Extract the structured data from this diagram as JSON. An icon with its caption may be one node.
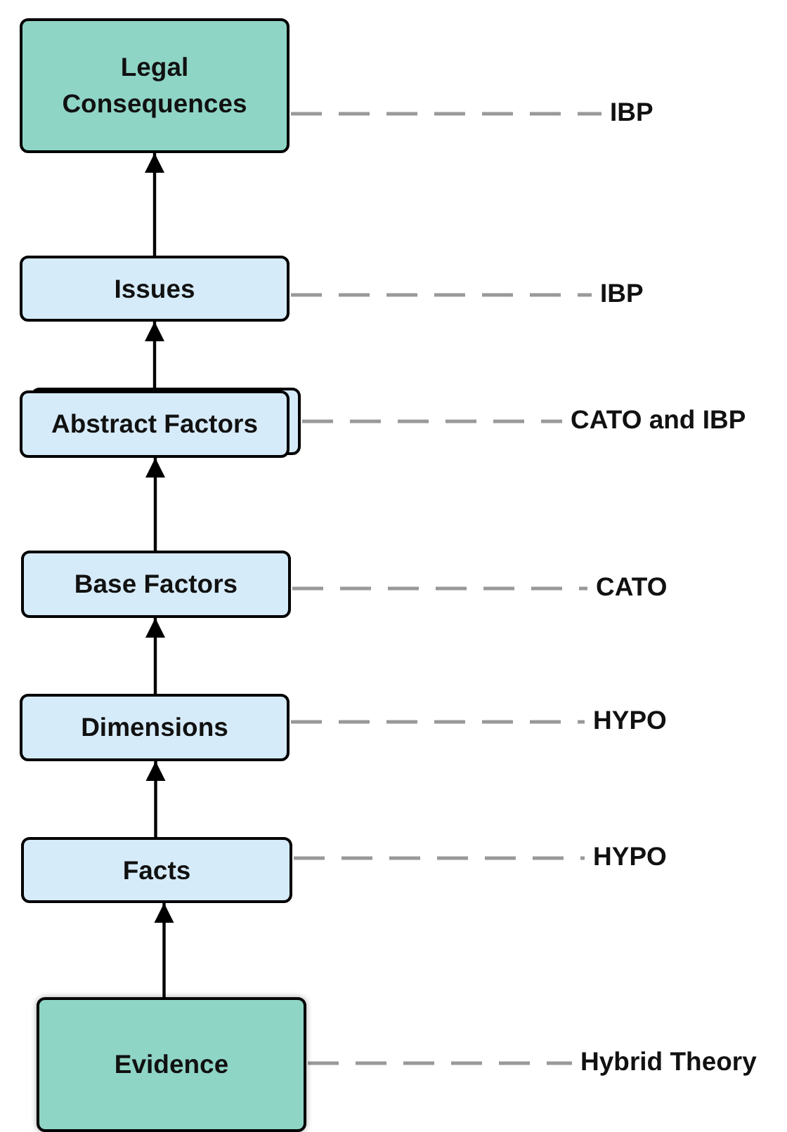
{
  "diagram": {
    "nodes": [
      {
        "text": [
          "Legal Consequences"
        ]
      },
      {
        "text": [
          "Issues"
        ]
      },
      {
        "text": [
          "Abstract Factors"
        ]
      },
      {
        "text": [
          "Base Factors"
        ]
      },
      {
        "text": [
          "Dimensions"
        ]
      },
      {
        "text": [
          "Facts"
        ]
      },
      {
        "text": [
          "Evidence"
        ]
      },
      {
        "text": [
          "IBP"
        ]
      },
      {
        "text": [
          "IBP"
        ]
      },
      {
        "text": [
          "CATO and IBP"
        ]
      },
      {
        "text": [
          "CATO"
        ]
      },
      {
        "text": [
          "HYPO"
        ]
      },
      {
        "text": [
          "HYPO"
        ]
      },
      {
        "text": [
          "Hybrid Theory"
        ]
      }
    ],
    "edges": [
      {
        "from": 1,
        "to": 0,
        "arrow": "to",
        "color": "#000000"
      },
      {
        "from": 2,
        "to": 1,
        "arrow": "to",
        "color": "#000000"
      },
      {
        "from": 3,
        "to": 2,
        "arrow": "to",
        "color": "#000000"
      },
      {
        "from": 4,
        "to": 3,
        "arrow": "to",
        "color": "#000000"
      },
      {
        "from": 5,
        "to": 4,
        "arrow": "to",
        "color": "#000000"
      },
      {
        "from": 6,
        "to": 5,
        "arrow": "to",
        "color": "#000000"
      },
      {
        "from": 0,
        "to": 7,
        "arrow": "none",
        "style": "dashed"
      },
      {
        "from": 1,
        "to": 8,
        "arrow": "none",
        "style": "dashed"
      },
      {
        "from": 2,
        "to": 9,
        "arrow": "none",
        "style": "dashed"
      },
      {
        "from": 3,
        "to": 10,
        "arrow": "none",
        "style": "dashed"
      },
      {
        "from": 4,
        "to": 11,
        "arrow": "none",
        "style": "dashed"
      },
      {
        "from": 5,
        "to": 12,
        "arrow": "none",
        "style": "dashed"
      },
      {
        "from": 6,
        "to": 13,
        "arrow": "none",
        "style": "dashed"
      }
    ]
  }
}
